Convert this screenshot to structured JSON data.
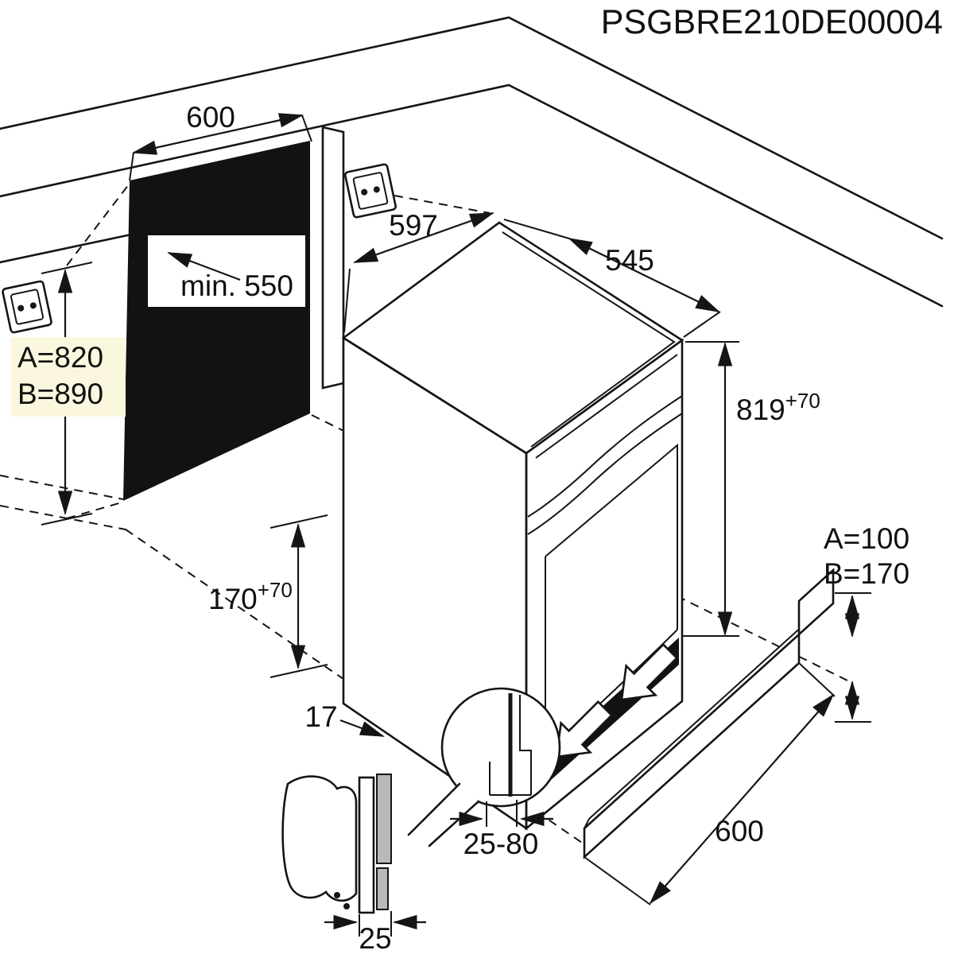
{
  "diagram": {
    "code": "PSGBRE210DE00004",
    "colors": {
      "line": "#151515",
      "niche_fill": "#121212",
      "label_bg": "#fbf7df",
      "gray_part": "#b9b9b9"
    },
    "dimensions": {
      "niche_width": "600",
      "niche_depth": "min. 550",
      "niche_height_line1": "A=820",
      "niche_height_line2": "B=890",
      "appliance_width": "597",
      "appliance_depth": "545",
      "appliance_height_main": "819",
      "appliance_height_sup": "+70",
      "vent_gap_main": "170",
      "vent_gap_sup": "+70",
      "side_gap": "17",
      "plinth_recess": "25-80",
      "bracket_width": "25",
      "plinth_length": "600",
      "plinth_height_line1": "A=100",
      "plinth_height_line2": "B=170"
    }
  }
}
